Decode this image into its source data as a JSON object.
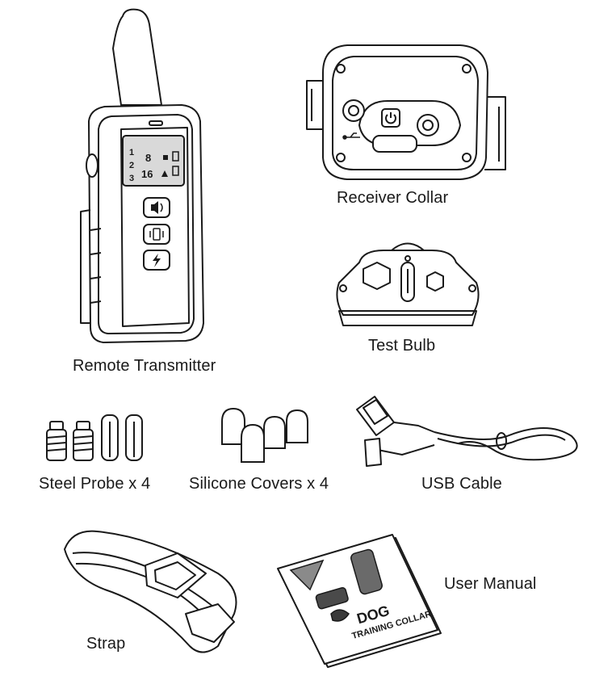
{
  "items": {
    "remote_transmitter": "Remote Transmitter",
    "receiver_collar": "Receiver Collar",
    "test_bulb": "Test Bulb",
    "steel_probe": "Steel Probe x 4",
    "silicone_covers": "Silicone Covers x 4",
    "usb_cable": "USB Cable",
    "strap": "Strap",
    "user_manual": "User Manual"
  },
  "remote_display": {
    "channel_1": "1",
    "channel_2": "2",
    "channel_3": "3",
    "level_top": "8",
    "level_bottom": "16"
  },
  "manual_cover": {
    "brand": "DOG",
    "title": "TRAINING COLLAR"
  },
  "icons": [
    "speaker-icon",
    "vibration-icon",
    "lightning-icon",
    "power-icon",
    "usb-icon",
    "lock-icon",
    "battery-icon"
  ]
}
